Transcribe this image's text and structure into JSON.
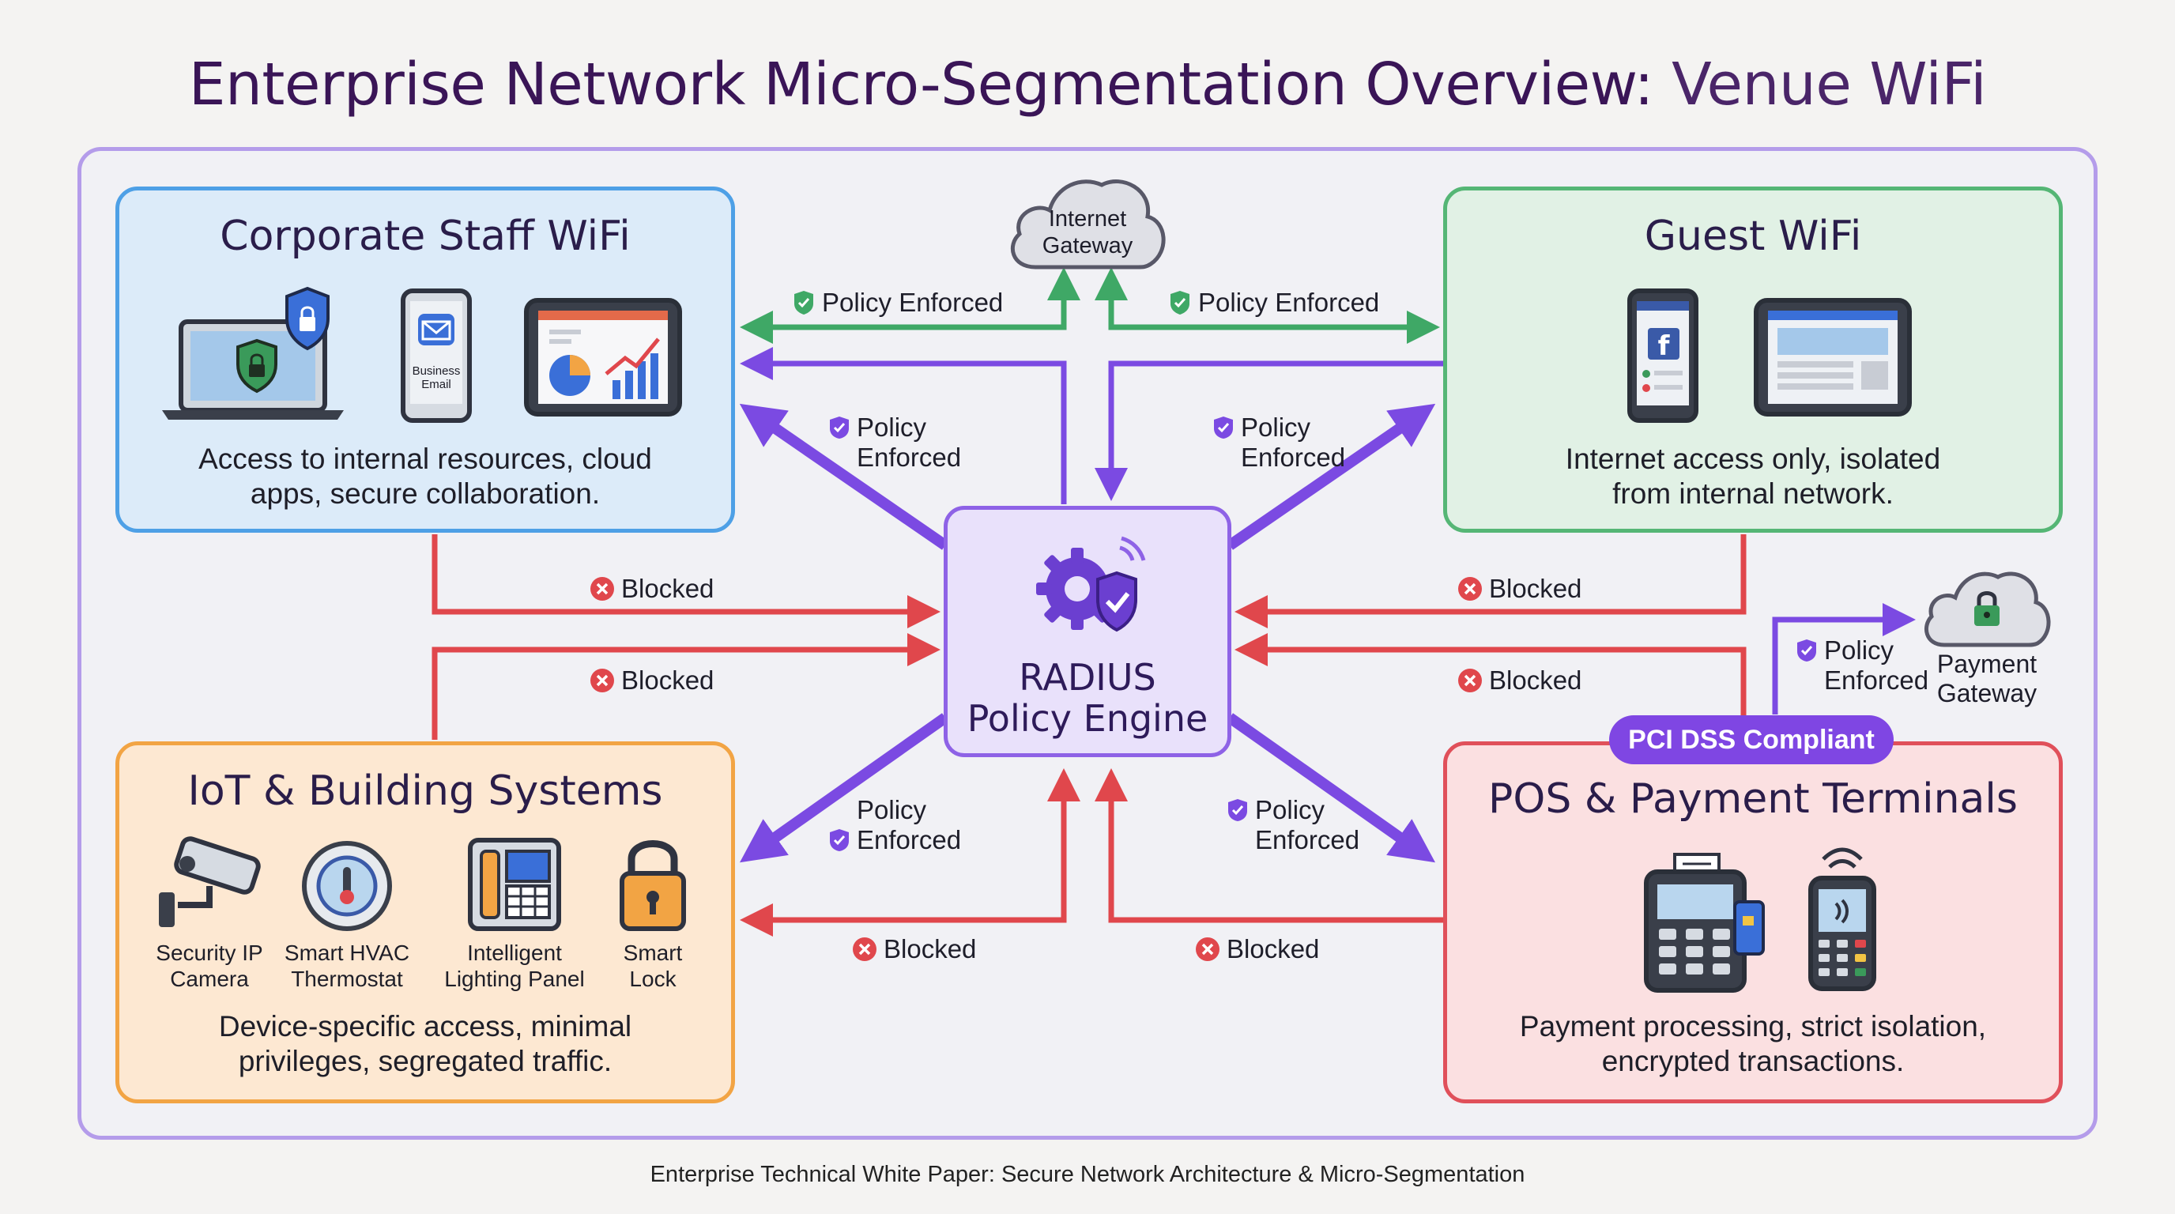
{
  "title": {
    "main": "Enterprise Network Micro-Segmentation Overview:",
    "sub": "Venue WiFi"
  },
  "footer": "Enterprise Technical White Paper: Secure Network Architecture & Micro-Segmentation",
  "zones": {
    "corporate": {
      "title": "Corporate Staff WiFi",
      "desc_line1": "Access to internal resources, cloud",
      "desc_line2": "apps, secure collaboration.",
      "phone_label_1": "Business",
      "phone_label_2": "Email"
    },
    "guest": {
      "title": "Guest WiFi",
      "desc_line1": "Internet access only, isolated",
      "desc_line2": "from internal network."
    },
    "iot": {
      "title": "IoT & Building Systems",
      "desc_line1": "Device-specific access, minimal",
      "desc_line2": "privileges, segregated traffic.",
      "devices": [
        {
          "line1": "Security IP",
          "line2": "Camera",
          "icon": "camera-icon"
        },
        {
          "line1": "Smart HVAC",
          "line2": "Thermostat",
          "icon": "thermostat-icon"
        },
        {
          "line1": "Intelligent",
          "line2": "Lighting Panel",
          "icon": "lighting-panel-icon"
        },
        {
          "line1": "Smart",
          "line2": "Lock",
          "icon": "lock-icon"
        }
      ]
    },
    "pos": {
      "title": "POS & Payment Terminals",
      "badge": "PCI DSS Compliant",
      "desc_line1": "Payment processing, strict isolation,",
      "desc_line2": "encrypted transactions."
    }
  },
  "center": {
    "line1": "RADIUS",
    "line2": "Policy Engine"
  },
  "clouds": {
    "internet": {
      "line1": "Internet",
      "line2": "Gateway"
    },
    "payment": {
      "line1": "Payment",
      "line2": "Gateway"
    }
  },
  "edge_labels": {
    "policy_enforced": "Policy Enforced",
    "policy": "Policy",
    "enforced": "Enforced",
    "blocked": "Blocked"
  },
  "colors": {
    "allowed_green": "#3fa866",
    "policy_purple": "#7b4ae2",
    "blocked_red": "#e0474c",
    "corporate_blue": "#4ea0e6",
    "guest_green": "#55b675",
    "iot_orange": "#f2a444",
    "pos_red": "#e0505a"
  }
}
